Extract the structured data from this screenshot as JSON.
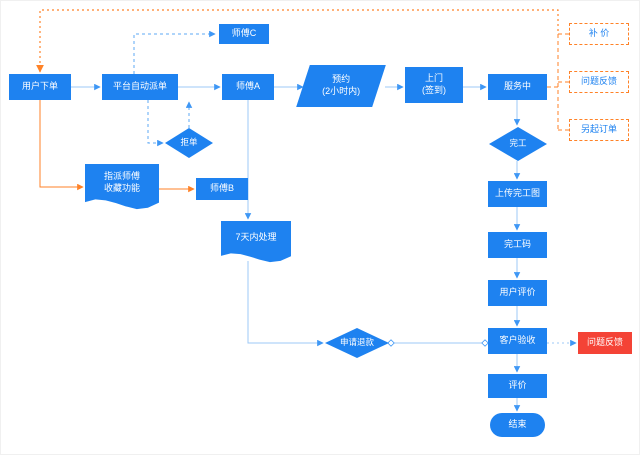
{
  "colors": {
    "node_blue": "#1E82F0",
    "line_blue": "#9CC8F7",
    "dashed_blue": "#5EA8F5",
    "orange": "#FF8227",
    "red": "#F44336",
    "canvas": "#FFFFFF"
  },
  "nodes": {
    "user_order": {
      "label": "用户下单"
    },
    "auto_dispatch": {
      "label": "平台自动派单"
    },
    "master_c": {
      "label": "师傅C"
    },
    "master_a": {
      "label": "师傅A"
    },
    "master_b": {
      "label": "师傅B"
    },
    "reject": {
      "label": "拒单"
    },
    "appointment": {
      "line1": "预约",
      "line2": "(2小时内)"
    },
    "visit": {
      "line1": "上门",
      "line2": "(签到)"
    },
    "in_service": {
      "label": "服务中"
    },
    "extra_price": {
      "label": "补 价"
    },
    "feedback_top": {
      "label": "问题反馈"
    },
    "separate_order": {
      "label": "另起订单"
    },
    "assign_master": {
      "line1": "指派师傅",
      "line2": "收藏功能"
    },
    "seven_days": {
      "label": "7天内处理"
    },
    "finish": {
      "label": "完工"
    },
    "upload_photo": {
      "label": "上传完工图"
    },
    "finish_code": {
      "label": "完工码"
    },
    "user_review": {
      "label": "用户评价"
    },
    "customer_accept": {
      "label": "客户验收"
    },
    "refund": {
      "label": "申请退款"
    },
    "feedback_bottom": {
      "label": "问题反馈"
    },
    "review": {
      "label": "评价"
    },
    "end": {
      "label": "结束"
    }
  }
}
